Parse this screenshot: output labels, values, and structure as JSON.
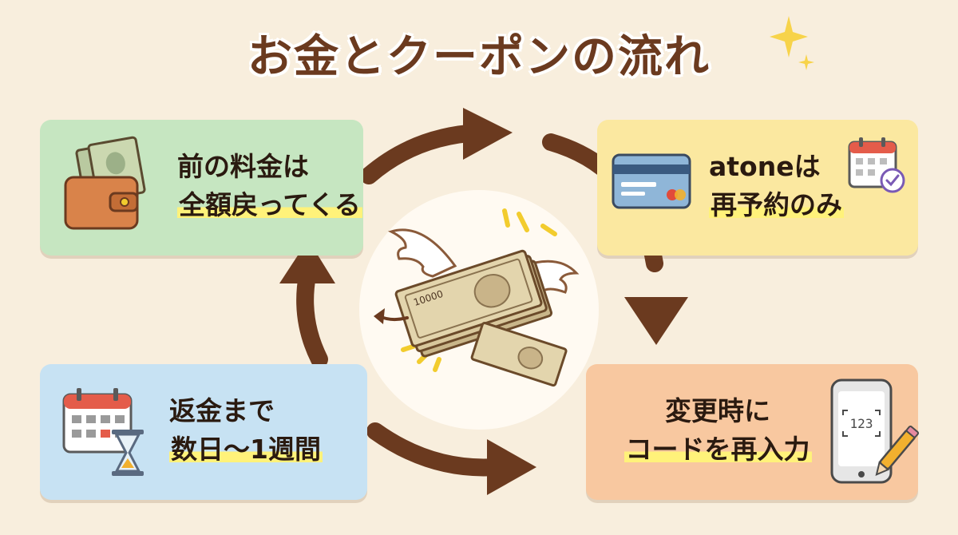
{
  "title": "お金とクーポンの流れ",
  "cards": {
    "top_left": {
      "line1": "前の料金は",
      "line2": "全額戻ってくる"
    },
    "top_right": {
      "line1": "atoneは",
      "line2": "再予約のみ"
    },
    "bottom_left": {
      "line1": "返金まで",
      "line2": "数日〜1週間"
    },
    "bottom_right": {
      "line1": "変更時に",
      "line2": "コードを再入力"
    }
  },
  "center": {
    "bill_value": "10000"
  },
  "phone": {
    "code": "123"
  },
  "colors": {
    "background": "#f8eedd",
    "title": "#6b3a1f",
    "arrow": "#6b3a1f",
    "card_green": "#c6e6c1",
    "card_yellow": "#fbe8a0",
    "card_blue": "#c7e2f3",
    "card_orange": "#f8c8a0",
    "highlight": "#fff27a"
  }
}
